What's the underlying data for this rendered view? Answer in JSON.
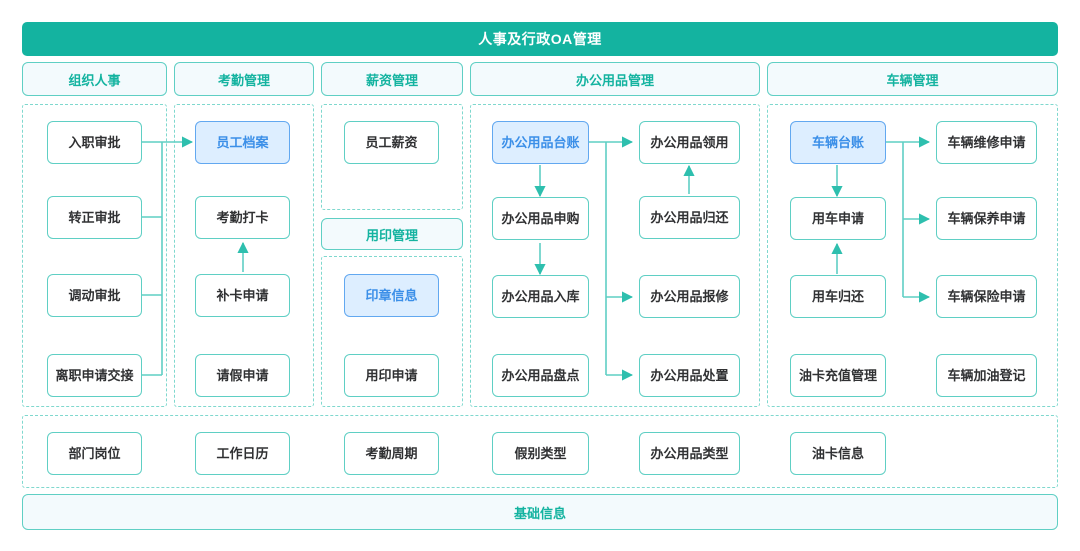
{
  "banner": {
    "title": "人事及行政OA管理"
  },
  "columns": [
    {
      "id": "org",
      "header": "组织人事"
    },
    {
      "id": "att",
      "header": "考勤管理"
    },
    {
      "id": "pay",
      "header": "薪资管理"
    },
    {
      "id": "supplies",
      "header": "办公用品管理"
    },
    {
      "id": "vehicle",
      "header": "车辆管理"
    }
  ],
  "nodes": {
    "org": [
      {
        "label": "入职审批",
        "highlight": false
      },
      {
        "label": "转正审批",
        "highlight": false
      },
      {
        "label": "调动审批",
        "highlight": false
      },
      {
        "label": "离职申请交接",
        "highlight": false
      }
    ],
    "att": [
      {
        "label": "员工档案",
        "highlight": true
      },
      {
        "label": "考勤打卡",
        "highlight": false
      },
      {
        "label": "补卡申请",
        "highlight": false
      },
      {
        "label": "请假申请",
        "highlight": false
      }
    ],
    "pay": [
      {
        "label": "员工薪资",
        "highlight": false
      }
    ],
    "seal": [
      {
        "label": "印章信息",
        "highlight": true
      },
      {
        "label": "用印申请",
        "highlight": false
      }
    ],
    "supplies_left": [
      {
        "label": "办公用品台账",
        "highlight": true
      },
      {
        "label": "办公用品申购",
        "highlight": false
      },
      {
        "label": "办公用品入库",
        "highlight": false
      },
      {
        "label": "办公用品盘点",
        "highlight": false
      }
    ],
    "supplies_right": [
      {
        "label": "办公用品领用",
        "highlight": false
      },
      {
        "label": "办公用品归还",
        "highlight": false
      },
      {
        "label": "办公用品报修",
        "highlight": false
      },
      {
        "label": "办公用品处置",
        "highlight": false
      }
    ],
    "vehicle_left": [
      {
        "label": "车辆台账",
        "highlight": true
      },
      {
        "label": "用车申请",
        "highlight": false
      },
      {
        "label": "用车归还",
        "highlight": false
      },
      {
        "label": "油卡充值管理",
        "highlight": false
      }
    ],
    "vehicle_right": [
      {
        "label": "车辆维修申请",
        "highlight": false
      },
      {
        "label": "车辆保养申请",
        "highlight": false
      },
      {
        "label": "车辆保险申请",
        "highlight": false
      },
      {
        "label": "车辆加油登记",
        "highlight": false
      }
    ]
  },
  "seal_section": {
    "header": "用印管理"
  },
  "basics": {
    "items": [
      {
        "label": "部门岗位"
      },
      {
        "label": "工作日历"
      },
      {
        "label": "考勤周期"
      },
      {
        "label": "假别类型"
      },
      {
        "label": "办公用品类型"
      },
      {
        "label": "油卡信息"
      }
    ],
    "footer": "基础信息"
  },
  "colors": {
    "brand_teal": "#14b3a0",
    "border_teal": "#5fcfc4",
    "dashed_teal": "#7fd8ce",
    "chip_bg": "#f3fafd",
    "highlight_bg": "#ddeeff",
    "highlight_border": "#62a8f0",
    "highlight_text": "#3b8fe8",
    "node_text": "#303133",
    "page_bg": "#ffffff"
  }
}
